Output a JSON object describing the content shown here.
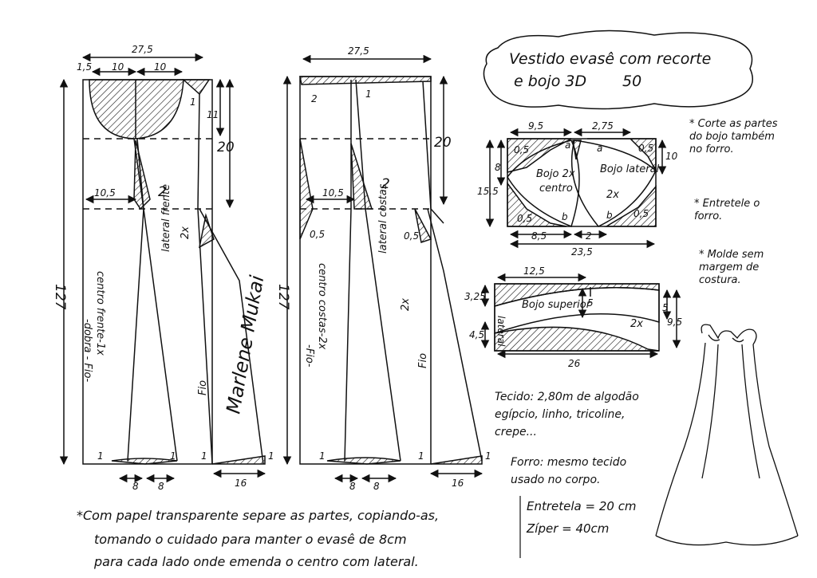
{
  "title": {
    "line1": "Vestido evasê com recorte",
    "line2": "e bojo 3D",
    "size": "50"
  },
  "front": {
    "width_top": "27,5",
    "offset_left": "1,5",
    "bust_a": "10",
    "bust_b": "10",
    "dart_small": "1",
    "len_11": "11",
    "len_20": "20",
    "waist": "10,5",
    "waist_dart": "2",
    "total_length": "127",
    "center_label": "centro frente-1x",
    "center_sub": "-dobra - Fio-",
    "lateral_label": "lateral frente",
    "lateral_qty": "2x",
    "fio": "Fio",
    "hem_left": "8",
    "hem_right": "8",
    "hem_side": "16",
    "hem_mark_left": "1",
    "hem_mark_right": "1",
    "hem_mark_mid": "1",
    "hem_mark_side": "1"
  },
  "back": {
    "width_top": "27,5",
    "top_mark_left": "2",
    "top_mark_right": "1",
    "len_20": "20",
    "waist": "10,5",
    "waist_dart": "2",
    "half_left": "0,5",
    "half_right": "0,5",
    "total_length": "127",
    "center_label": "centro costas-2x",
    "center_sub": "-Fio-",
    "lateral_label": "lateral costas",
    "lateral_qty": "2x",
    "fio": "Fio",
    "hem_left": "8",
    "hem_right": "8",
    "hem_side": "16",
    "hem_mark_left": "1",
    "hem_mark_right": "1",
    "hem_mark_side": "1"
  },
  "cup": {
    "w_left": "9,5",
    "w_right": "2,75",
    "m05": "0,5",
    "h8": "8",
    "h10": "10",
    "h155": "15,5",
    "center_label": "Bojo 2x",
    "center_sub": "centro",
    "lateral_label": "Bojo lateral",
    "lateral_qty": "2x",
    "a": "a",
    "b": "b",
    "bottom_left": "8,5",
    "bottom_right": "2",
    "total": "23,5"
  },
  "upper": {
    "width": "12,5",
    "h325": "3,25",
    "h45": "4,5",
    "h5a": "5",
    "h5b": "5",
    "h95": "9,5",
    "label": "Bojo superior",
    "qty": "2x",
    "lateral": "lateral",
    "total": "26"
  },
  "notes": {
    "n1": "Corte as partes do bojo também no forro.",
    "n2": "Entretele o forro.",
    "n3": "Molde sem margem de costura."
  },
  "fabric": {
    "line1": "Tecido: 2,80m de algodão",
    "line2": "egípcio, linho, tricoline,",
    "line3": "crepe...",
    "forro1": "Forro: mesmo tecido",
    "forro2": "usado no corpo."
  },
  "supplies": {
    "entretela": "Entretela = 20 cm",
    "ziper": "Zíper = 40cm"
  },
  "instructions": {
    "line1": "*Com papel transparente separe as partes, copiando-as,",
    "line2": "tomando o cuidado para manter o evasê de 8cm",
    "line3": "para cada lado onde emenda o centro com lateral."
  },
  "signature": "Marlene Mukai",
  "colors": {
    "ink": "#111111",
    "paper": "#ffffff"
  }
}
